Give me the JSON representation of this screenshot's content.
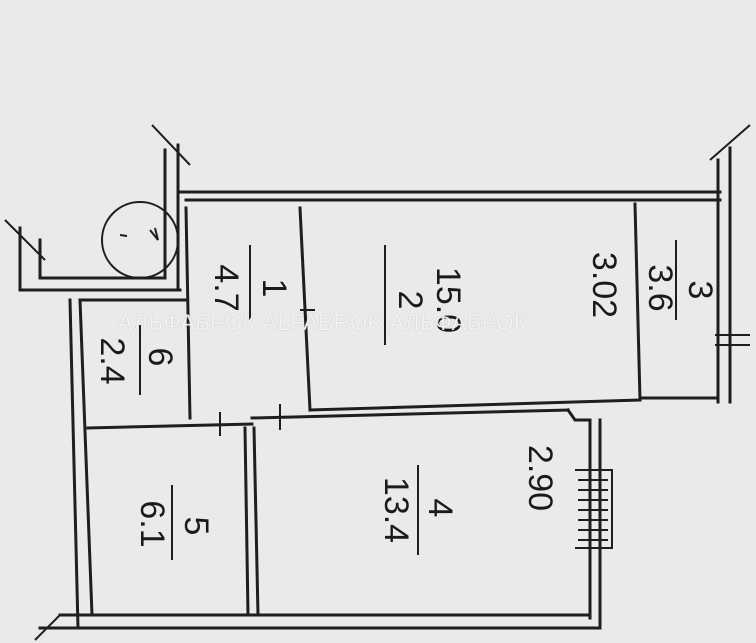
{
  "rooms": [
    {
      "number": "1",
      "area": "4.7"
    },
    {
      "number": "2",
      "area": "15.0"
    },
    {
      "number": "3",
      "area": "3.6"
    },
    {
      "number": "4",
      "area": "13.4"
    },
    {
      "number": "5",
      "area": "6.1"
    },
    {
      "number": "6",
      "area": "2.4"
    }
  ],
  "dimensions": [
    "3.02",
    "2.90"
  ],
  "watermark": "АЛЬФАБРОК ALFABROK АЛЬФАБРОК",
  "colors": {
    "paper": "#e9eaec",
    "line": "#1e1e1e"
  }
}
